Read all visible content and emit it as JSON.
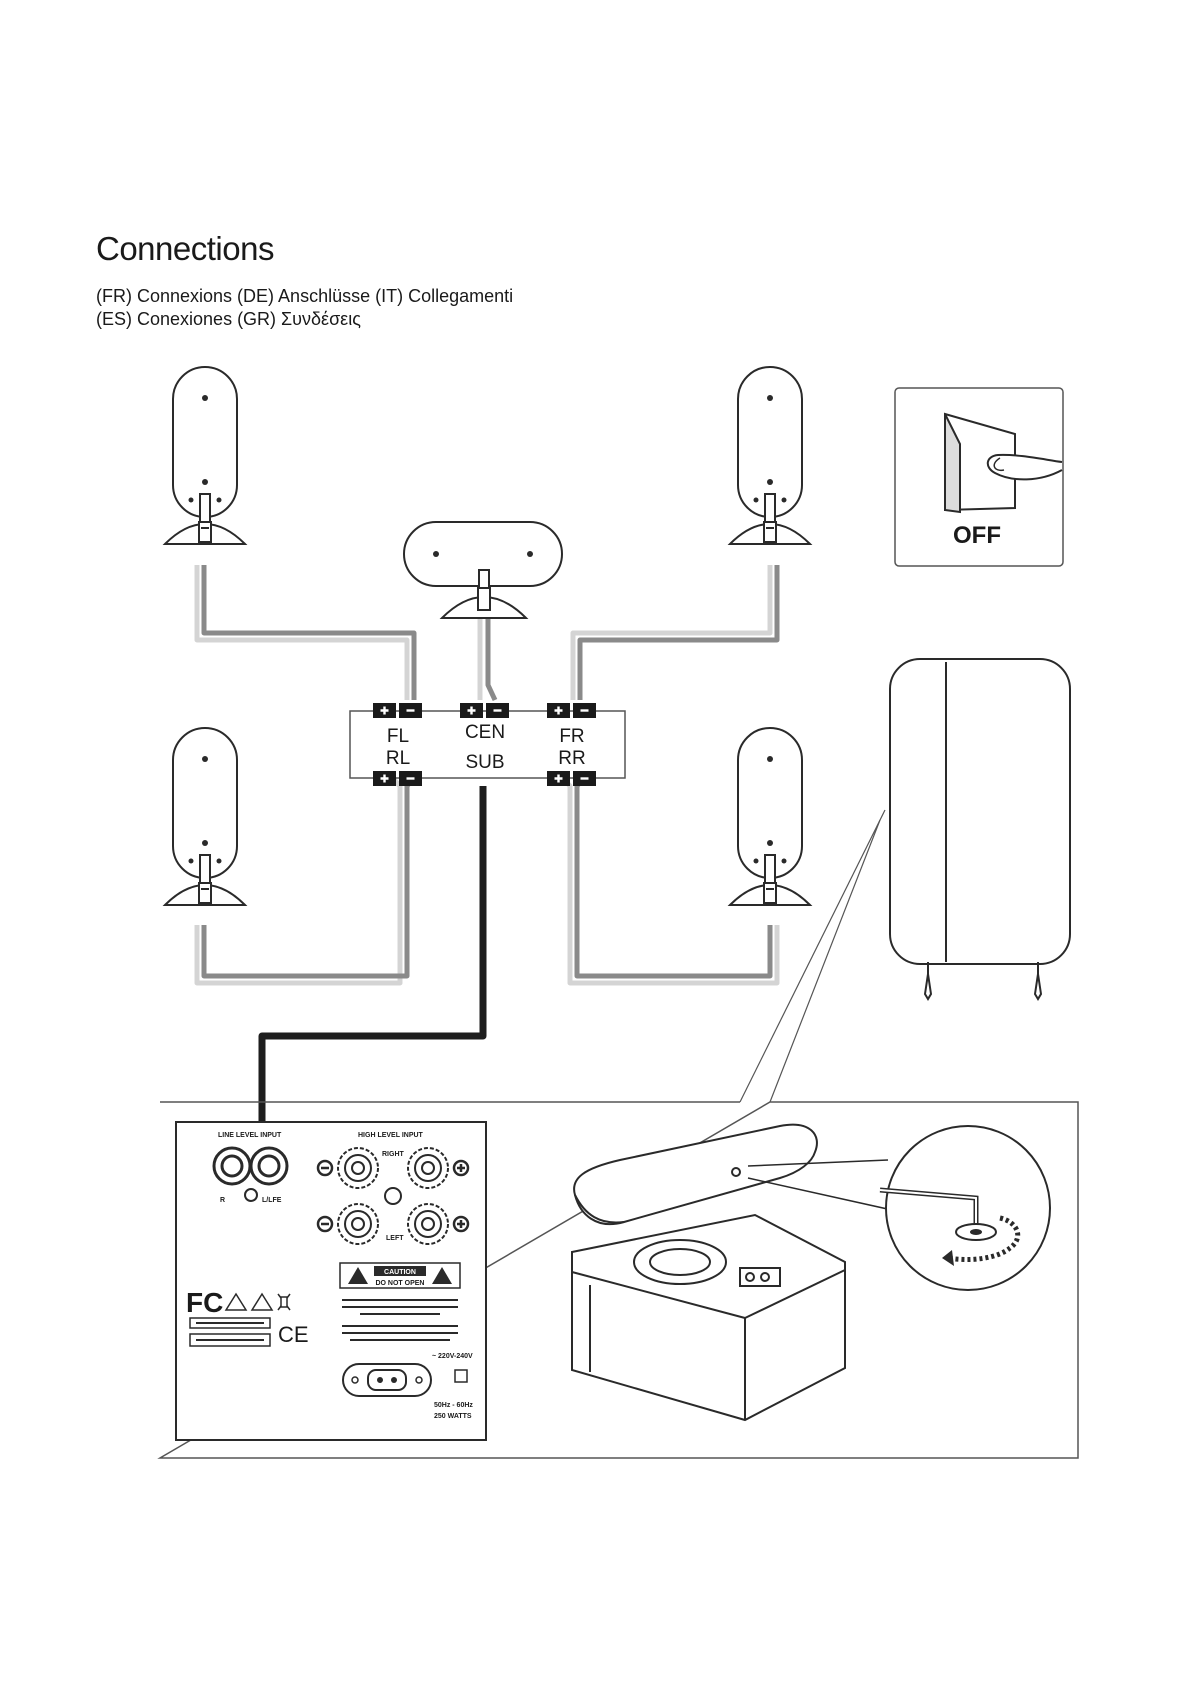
{
  "page": {
    "title": "Connections",
    "subtitle_line1": "(FR) Connexions (DE) Anschlüsse (IT) Collegamenti",
    "subtitle_line2": "(ES) Conexiones (GR) Συνδέσεις"
  },
  "switch_panel": {
    "label": "OFF",
    "icon": "power-switch-icon"
  },
  "terminal_block": {
    "top_labels": [
      "FL",
      "CEN",
      "FR"
    ],
    "bottom_labels": [
      "RL",
      "SUB",
      "RR"
    ],
    "plus": "+",
    "minus": "−"
  },
  "speakers": [
    {
      "icon": "front-left-speaker-icon"
    },
    {
      "icon": "center-speaker-icon"
    },
    {
      "icon": "front-right-speaker-icon"
    },
    {
      "icon": "rear-left-speaker-icon"
    },
    {
      "icon": "rear-right-speaker-icon"
    }
  ],
  "rear_panel": {
    "line_level_input": "LINE LEVEL INPUT",
    "high_level_input": "HIGH LEVEL INPUT",
    "right": "RIGHT",
    "left": "LEFT",
    "r": "R",
    "l_lfe": "L/LFE",
    "caution": "CAUTION",
    "caution_sub": "DO NOT OPEN",
    "voltage": "~ 220V-240V",
    "freq": "50Hz - 60Hz",
    "watts": "250 WATTS",
    "fc": "FC",
    "ce": "CE"
  },
  "colors": {
    "line": "#2a2a2a",
    "gray_wire": "#8a8a8a",
    "light_wire": "#d4d4d4",
    "terminal": "#1a1a1a"
  }
}
